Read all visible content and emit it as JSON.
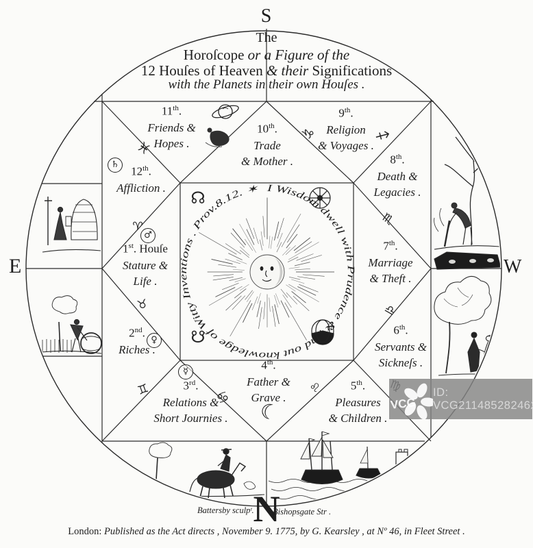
{
  "colors": {
    "ink": "#1e1e1e",
    "paper": "#fbfbf9",
    "watermark_bg": "rgba(132,132,132,0.82)",
    "watermark_text": "#d8d8d8"
  },
  "compass": {
    "south": "S",
    "north": "N",
    "east": "E",
    "west": "W"
  },
  "title": {
    "l1": "The",
    "l2a": "Horoſcope ",
    "l2b": "or a Figure of the",
    "l3a": "12 Houſes of Heaven ",
    "l3b": "& their ",
    "l3c": "Significations",
    "l4": "with the Planets in their own Houſes ."
  },
  "center": {
    "motto": "I Wisdom dwell with Prudence & find out knowledge of Witty Inventions . Prov.8.12. ✶"
  },
  "houses": [
    {
      "num": "1",
      "sup": "st",
      "dot": ".",
      "extra": " Houſe",
      "line1": "Stature &",
      "line2": "Life ."
    },
    {
      "num": "2",
      "sup": "nd",
      "dot": ".",
      "extra": "",
      "line1": "Riches .",
      "line2": ""
    },
    {
      "num": "3",
      "sup": "rd",
      "dot": ".",
      "extra": "",
      "line1": "Relations &",
      "line2": "Short Journies ."
    },
    {
      "num": "4",
      "sup": "th",
      "dot": ".",
      "extra": "",
      "line1": "Father &",
      "line2": "Grave ."
    },
    {
      "num": "5",
      "sup": "th",
      "dot": ".",
      "extra": "",
      "line1": "Pleasures",
      "line2": "& Children ."
    },
    {
      "num": "6",
      "sup": "th",
      "dot": ".",
      "extra": "",
      "line1": "Servants &",
      "line2": "Sickneſs ."
    },
    {
      "num": "7",
      "sup": "th",
      "dot": ".",
      "extra": "",
      "line1": "Marriage",
      "line2": "& Theft ."
    },
    {
      "num": "8",
      "sup": "th",
      "dot": ".",
      "extra": "",
      "line1": "Death &",
      "line2": "Legacies ."
    },
    {
      "num": "9",
      "sup": "th",
      "dot": ".",
      "extra": "",
      "line1": "Religion",
      "line2": "& Voyages ."
    },
    {
      "num": "10",
      "sup": "th",
      "dot": ".",
      "extra": "",
      "line1": "Trade",
      "line2": "& Mother ."
    },
    {
      "num": "11",
      "sup": "th",
      "dot": ".",
      "extra": "",
      "line1": "Friends &",
      "line2": "Hopes ."
    },
    {
      "num": "12",
      "sup": "th",
      "dot": ".",
      "extra": "",
      "line1": "Affliction .",
      "line2": ""
    }
  ],
  "icons": {
    "saturn": "♄",
    "mars": "♂",
    "venus": "♀",
    "mercury": "☿",
    "moon": "☾",
    "dragons_head": "☊",
    "dragons_tail": "☋",
    "pisces": "♓",
    "aries": "♈",
    "taurus": "♉",
    "gemini": "♊",
    "cancer": "♋",
    "leo": "♌",
    "virgo": "♍",
    "libra": "♎",
    "scorpio": "♏",
    "sagittarius": "♐",
    "capricorn": "♑"
  },
  "captions": {
    "engraver": "Battersby sculpᵗ.",
    "street": "Bishopsgate Str ."
  },
  "publication": {
    "a": "London:",
    "b": " Published as the Act directs , November 9. 1775, by G. Kearsley , at Nº 46, in Fleet Street ."
  },
  "watermark": {
    "logo_text": "VCG",
    "id_text": "ID: VCG211485282462"
  }
}
